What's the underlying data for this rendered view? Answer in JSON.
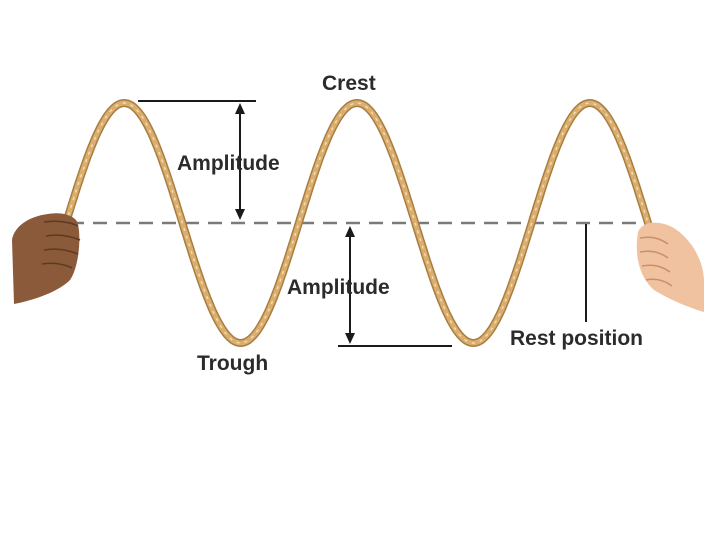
{
  "labels": {
    "crest": "Crest",
    "trough": "Trough",
    "amplitude_upper": "Amplitude",
    "amplitude_lower": "Amplitude",
    "rest_position": "Rest position"
  },
  "colors": {
    "rope": "#d9ae6e",
    "rope_edge": "#a97d3f",
    "rest_line": "#7a7a7a",
    "lines": "#1a1a1a",
    "left_hand": "#8a5a3a",
    "right_hand": "#f0c2a0"
  }
}
